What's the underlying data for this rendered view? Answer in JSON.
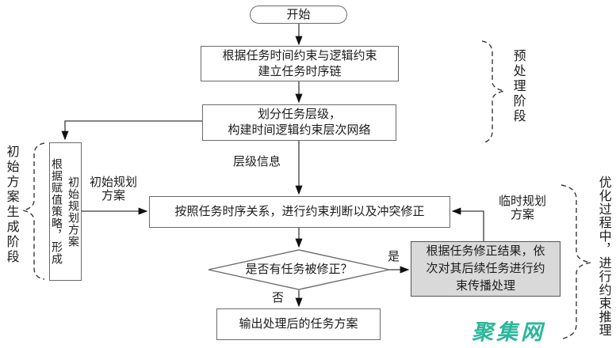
{
  "flow": {
    "start": "开始",
    "box1": [
      "根据任务时间约束与逻辑约束",
      "建立任务时序链"
    ],
    "box2": [
      "划分任务层级，",
      "构建时间逻辑约束层次网络"
    ],
    "box3": "按照任务时序关系，进行约束判断以及冲突修正",
    "decision": "是否有任务被修正？",
    "output_box": "输出处理后的任务方案",
    "propagate_box": "根据任务修正结果，依次对其后续任务进行约束传播处理",
    "initial_box": {
      "col1": "根据赋值策略，形成",
      "col2": "初始规划方案"
    }
  },
  "edge_labels": {
    "level_info": "层级信息",
    "initial_plan": [
      "初始规划",
      "方案"
    ],
    "temp_plan": [
      "临时规划",
      "方案"
    ],
    "yes": "是",
    "no": "否"
  },
  "stage_labels": {
    "preprocessing": "预处理阶段",
    "initial_generation": "初始方案生成阶段",
    "optimization": "优化过程中，进行约束推理"
  },
  "watermark": "聚集网",
  "colors": {
    "line": "#3a3a3a",
    "box_border": "#6b6b6b",
    "gray_fill": "#d9d9d9",
    "watermark": "#2bb79a"
  }
}
